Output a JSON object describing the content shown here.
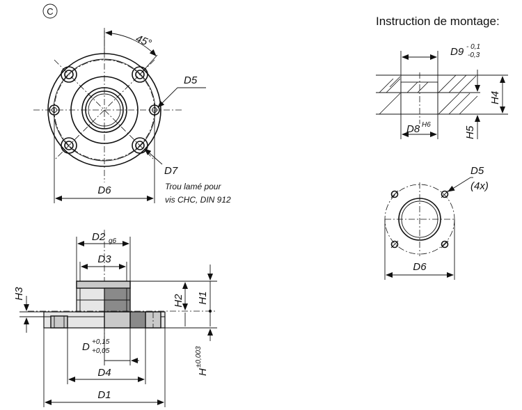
{
  "variant_mark": "C",
  "labels": {
    "angle": "45°",
    "D5": "D5",
    "D7": "D7",
    "D7_note_1": "Trou lamé pour",
    "D7_note_2": "vis CHC, DIN 912",
    "D6": "D6",
    "D2": "D2",
    "D2_tol": "g6",
    "D3": "D3",
    "H1": "H1",
    "H2": "H2",
    "H3": "H3",
    "H": "H",
    "H_tol": "±0,003",
    "D": "D",
    "D_tol_up": "+0,15",
    "D_tol_low": "+0,05",
    "D4": "D4",
    "D1": "D1"
  },
  "mounting": {
    "title": "Instruction de montage:",
    "D9": "D9",
    "D9_tol_up": "- 0,1",
    "D9_tol_low": "-0,3",
    "D8": "D8",
    "D8_tol": "H6",
    "H4": "H4",
    "H5": "H5",
    "D5": "D5",
    "D5_count": "(4x)",
    "D6": "D6"
  }
}
